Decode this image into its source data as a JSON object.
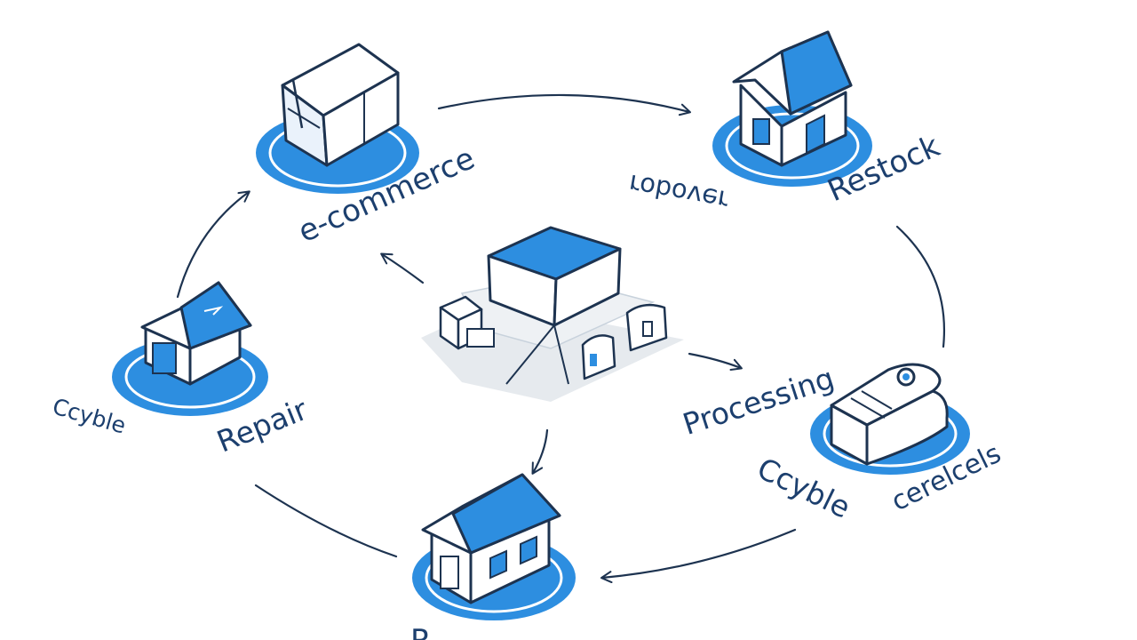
{
  "labels": {
    "ecommerce": "e-commerce",
    "restock": "Restock",
    "mirrored": "ɹəʌoqoɹ",
    "processing": "Processing",
    "cycle_left": "Ccyble",
    "repair": "Repair",
    "cycle_right": "Ccyble",
    "cerelcels": "cerelcels",
    "bottom": "R..."
  },
  "colors": {
    "accent": "#2d8ee0",
    "accent_dark": "#1c6fc0",
    "line": "#1d3350",
    "text": "#1c3f6e",
    "pad_shadow": "#e6eaee"
  },
  "icons": {
    "top_left": "box-warehouse-icon",
    "top_right": "house-icon",
    "left": "garage-house-icon",
    "bottom": "house-icon",
    "right": "device-box-icon",
    "center": "distribution-hub-icon"
  }
}
